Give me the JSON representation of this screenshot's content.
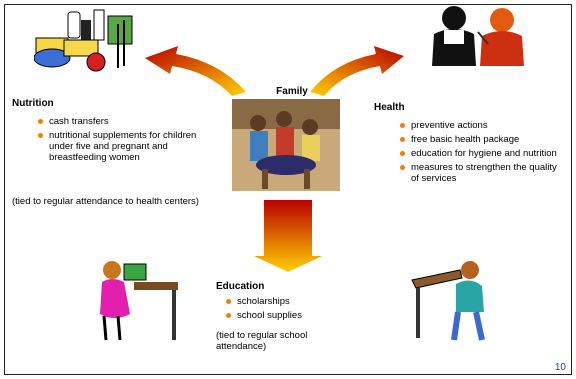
{
  "family": {
    "title": "Family"
  },
  "nutrition": {
    "title": "Nutrition",
    "items": [
      "cash transfers",
      "nutritional supplements for children under five and pregnant and breastfeeding women"
    ],
    "note": "(tied to regular attendance to health centers)"
  },
  "health": {
    "title": "Health",
    "items": [
      "preventive actions",
      "free basic health package",
      "education for hygiene and nutrition",
      "measures to strengthen the quality of services"
    ]
  },
  "education": {
    "title": "Education",
    "items": [
      "scholarships",
      "school supplies"
    ],
    "note": "(tied to regular school attendance)"
  },
  "page_number": "10",
  "colors": {
    "bullet": "#f08000",
    "arrow_top": "#b80000",
    "arrow_bottom": "#ffd000",
    "page_number": "#1a3cc8"
  }
}
